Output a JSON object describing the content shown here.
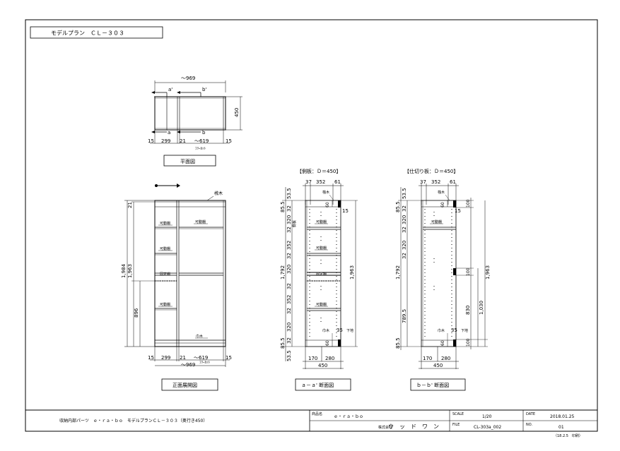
{
  "plan_title": "モデルプラン　ＣＬ－３０３",
  "plan_view": {
    "overall_width": "～969",
    "depth": "450",
    "mark_a": "a",
    "mark_a_prime": "a'",
    "mark_b": "b",
    "mark_b_prime": "b'",
    "dims_bottom": [
      "15",
      "299",
      "21",
      "～619",
      "15"
    ],
    "free_cut": "ﾌﾘｰｶｯﾄ",
    "caption": "平面図"
  },
  "front_view": {
    "dim_top": "21",
    "dim_total": "1,984",
    "dim_inner": "1,963",
    "dim_lower": "896",
    "label_backing": "桟木",
    "label_adj1": "可動棚",
    "label_adj2": "可動棚",
    "label_adj3": "可動棚",
    "label_fixed": "固定棚",
    "label_adj4": "可動棚",
    "label_baseboard": "巾木",
    "dims_bottom": [
      "15",
      "299",
      "21",
      "～619",
      "15"
    ],
    "overall_width": "～969",
    "free_cut": "ﾌﾘｰｶｯﾄ",
    "caption": "正面展開図"
  },
  "section_a": {
    "header": "【側板：Ｄ＝450】",
    "dims_top": [
      "37",
      "352",
      "61"
    ],
    "label_backing": "桟木",
    "label_adj_top": "可動棚",
    "label_adj2": "可動棚",
    "label_fixed": "固定棚",
    "label_adj3": "可動棚",
    "label_baseboard": "巾木",
    "label_floor": "下地",
    "label_side": "側板",
    "dim_15": "15",
    "dim_35": "35",
    "dim_60_top": "60",
    "dim_60_bottom": "60",
    "left_dims": [
      "53.5",
      "85.5",
      "32",
      "320",
      "32",
      "352",
      "32",
      "320",
      "32",
      "352",
      "32",
      "320",
      "32",
      "85.5",
      "53.5"
    ],
    "dim_total_left": "1,792",
    "dim_total_right": "1,963",
    "dims_bottom": [
      "170",
      "280"
    ],
    "dim_bottom_total": "450",
    "caption": "ａ－ａ' 断面図"
  },
  "section_b": {
    "header": "【仕切り板：Ｄ＝450】",
    "dims_top": [
      "37",
      "352",
      "61"
    ],
    "label_backing": "桟木",
    "label_adj_top": "可動棚",
    "label_baseboard": "巾木",
    "label_floor": "下地",
    "dim_15": "15",
    "dim_35": "35",
    "dim_60_top": "60",
    "dim_60_bottom": "60",
    "dim_100_top": "100",
    "dim_100_mid": "100",
    "dim_100_bottom": "100",
    "left_dims": [
      "53.5",
      "85.5",
      "32",
      "320",
      "32",
      "320",
      "32",
      "789.5",
      "85.5"
    ],
    "dim_total_left": "1,792",
    "dim_830": "830",
    "dim_1030": "1,030",
    "dim_total_right": "1,963",
    "dims_bottom": [
      "170",
      "280"
    ],
    "dim_bottom_total": "450",
    "caption": "ｂ－ｂ' 断面図"
  },
  "title_block": {
    "description": "収納内部パーツ　ｅ・ｒａ・ｂｏ　モデルプランＣＬ－３０３（奥行き450）",
    "product_label": "商品名",
    "product_value": "ｅ・ｒａ・ｂｏ",
    "company_label": "株式会社",
    "company_name": "ウ　ッ　ド　ワ　ン",
    "scale_label": "SCALE",
    "scale_value": "1/20",
    "file_label": "FILE",
    "file_value": "CL-303a_002",
    "date_label": "DATE",
    "date_value": "2018.01.25",
    "no_label": "NO.",
    "no_value": "01",
    "footnote": "（18.2.5　印刷）"
  }
}
